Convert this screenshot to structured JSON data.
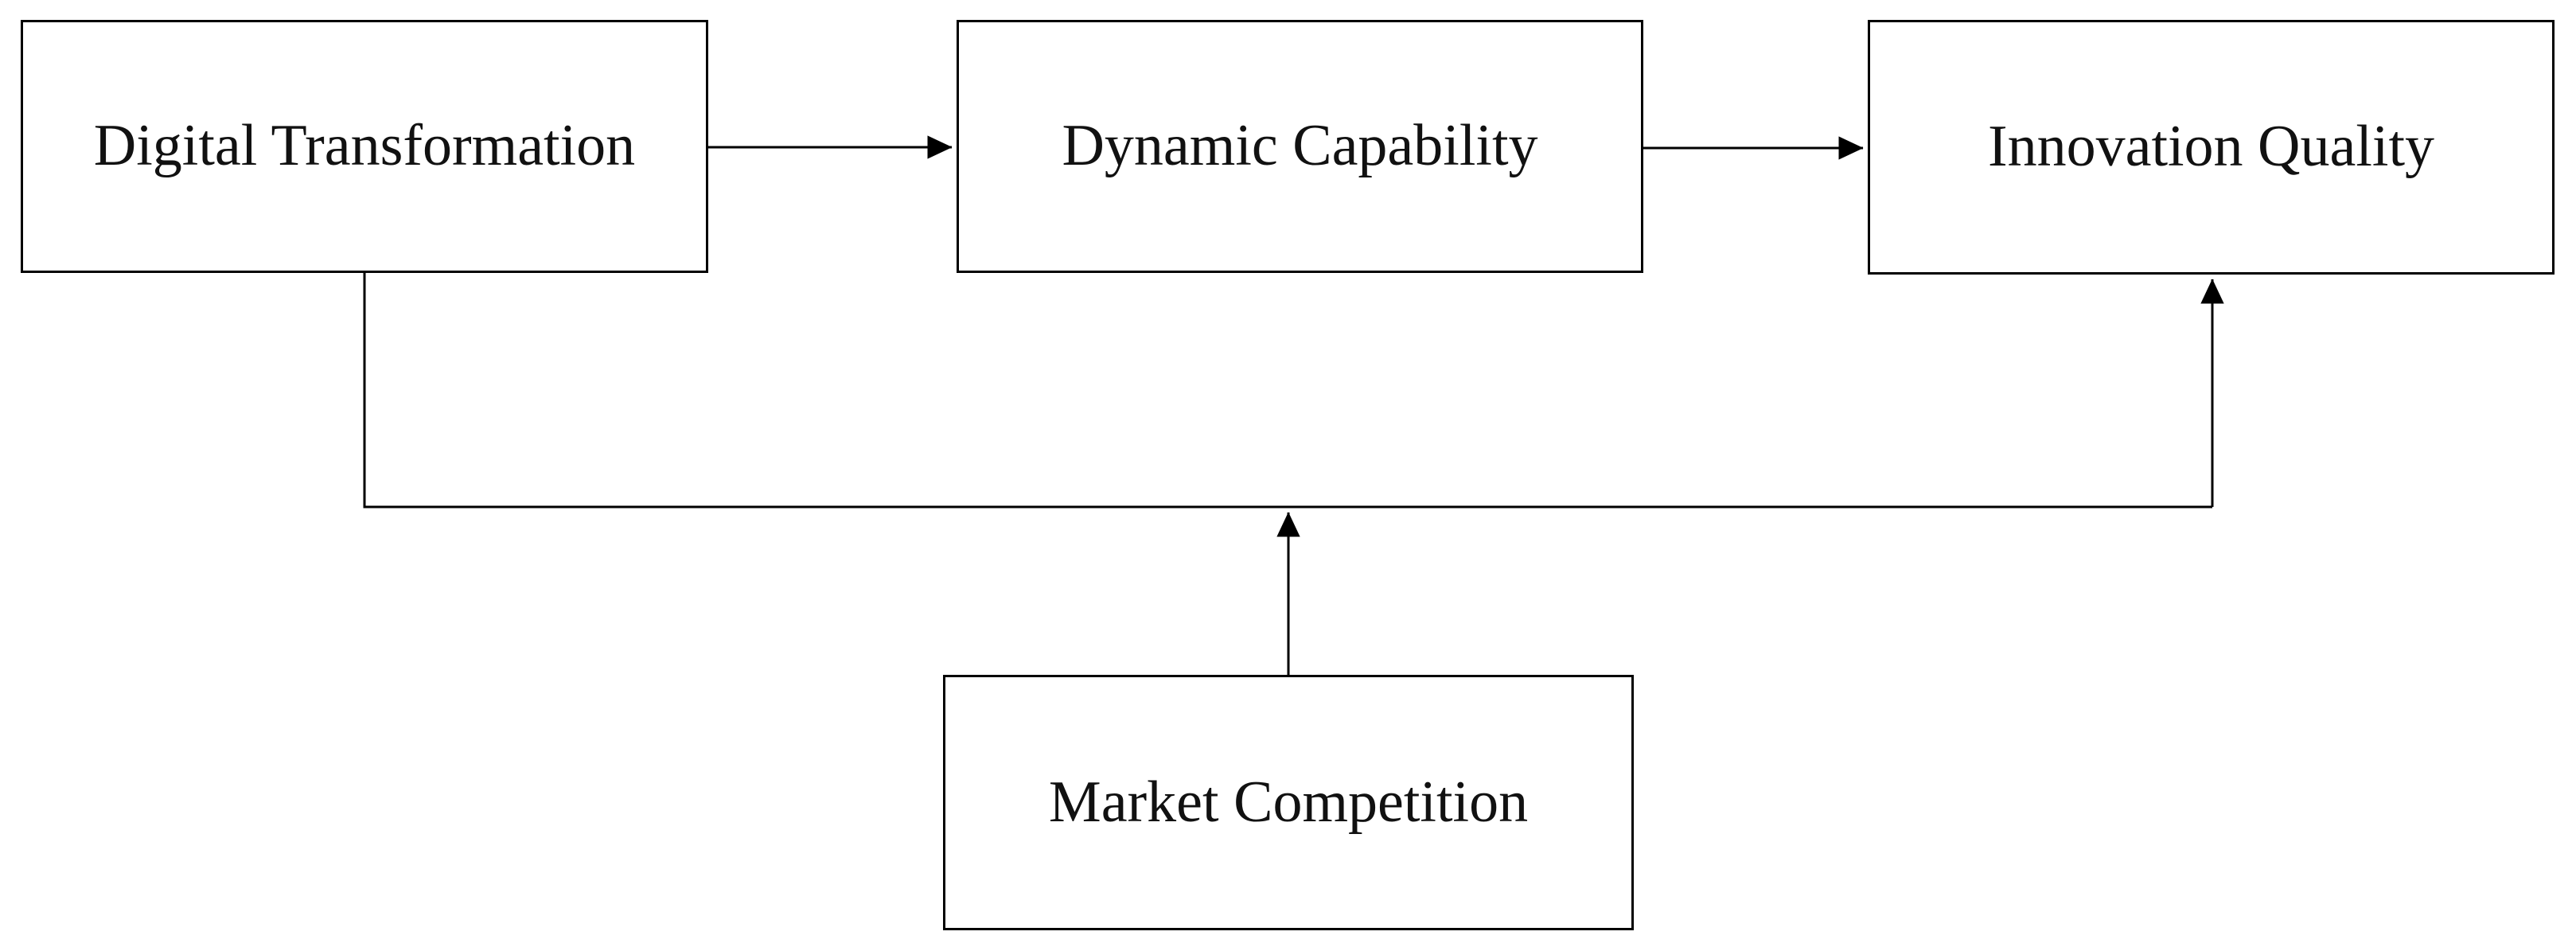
{
  "diagram": {
    "type": "conceptual-framework-flow-diagram",
    "background_color": "#ffffff",
    "line_color": "#000000",
    "text_color": "#111111",
    "nodes": [
      {
        "id": "digital-transformation",
        "label": "Digital Transformation"
      },
      {
        "id": "dynamic-capability",
        "label": "Dynamic Capability"
      },
      {
        "id": "innovation-quality",
        "label": "Innovation Quality"
      },
      {
        "id": "market-competition",
        "label": "Market Competition"
      }
    ],
    "edges": [
      {
        "id": "edge-dt-to-dc",
        "from": "digital-transformation",
        "to": "dynamic-capability",
        "style": "straight-arrow",
        "direction": "right",
        "label": ""
      },
      {
        "id": "edge-dc-to-iq",
        "from": "dynamic-capability",
        "to": "innovation-quality",
        "style": "straight-arrow",
        "direction": "right",
        "label": ""
      },
      {
        "id": "edge-dt-to-iq",
        "from": "digital-transformation",
        "to": "innovation-quality",
        "style": "orthogonal-arrow",
        "direction": "up",
        "label": ""
      },
      {
        "id": "edge-mc-to-path",
        "from": "market-competition",
        "to": "edge-dt-to-iq",
        "style": "straight-arrow",
        "direction": "up",
        "label": ""
      }
    ]
  }
}
